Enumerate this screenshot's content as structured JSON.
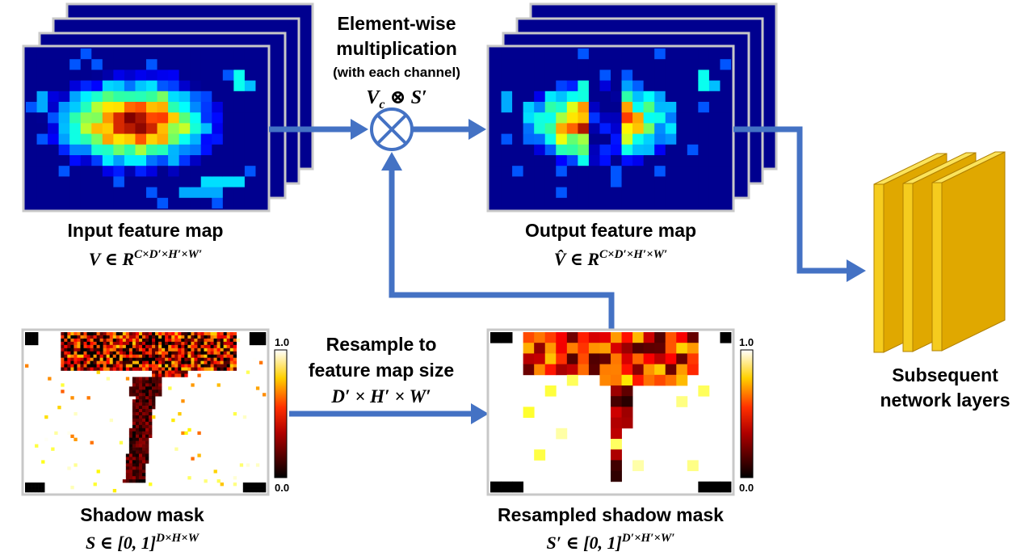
{
  "colors": {
    "arrow": "#4472c4",
    "frame": "#c8c8c8",
    "stack_bg": "#00008f",
    "layer_front": "#e0a800",
    "layer_side": "#f5cc1e",
    "layer_top": "#fbe35a"
  },
  "icons": {
    "multiply": "circled-times-icon"
  },
  "labels": {
    "input_title": "Input feature map",
    "input_formula_base": "V ∈ R",
    "input_formula_sup": "C×D′×H′×W′",
    "output_title": "Output feature map",
    "output_formula_base": "V̂ ∈ R",
    "output_formula_sup": "C×D′×H′×W′",
    "mult_line1": "Element-wise",
    "mult_line2": "multiplication",
    "mult_line3": "(with each channel)",
    "mult_formula_v": "V",
    "mult_formula_c": "c",
    "mult_formula_op": " ⊗ ",
    "mult_formula_s": "S′",
    "resample_line1": "Resample to",
    "resample_line2": "feature map size",
    "resample_formula": "D′ × H′ × W′",
    "shadow_title": "Shadow mask",
    "shadow_formula_base": "S ∈ [0, 1]",
    "shadow_formula_sup": "D×H×W",
    "resampled_title": "Resampled shadow mask",
    "resampled_formula_base": "S′ ∈ [0, 1]",
    "resampled_formula_sup": "D′×H′×W′",
    "subsequent_line1": "Subsequent",
    "subsequent_line2": "network layers",
    "colorbar_max": "1.0",
    "colorbar_min": "0.0"
  },
  "colorbar_range": [
    0.0,
    1.0
  ]
}
